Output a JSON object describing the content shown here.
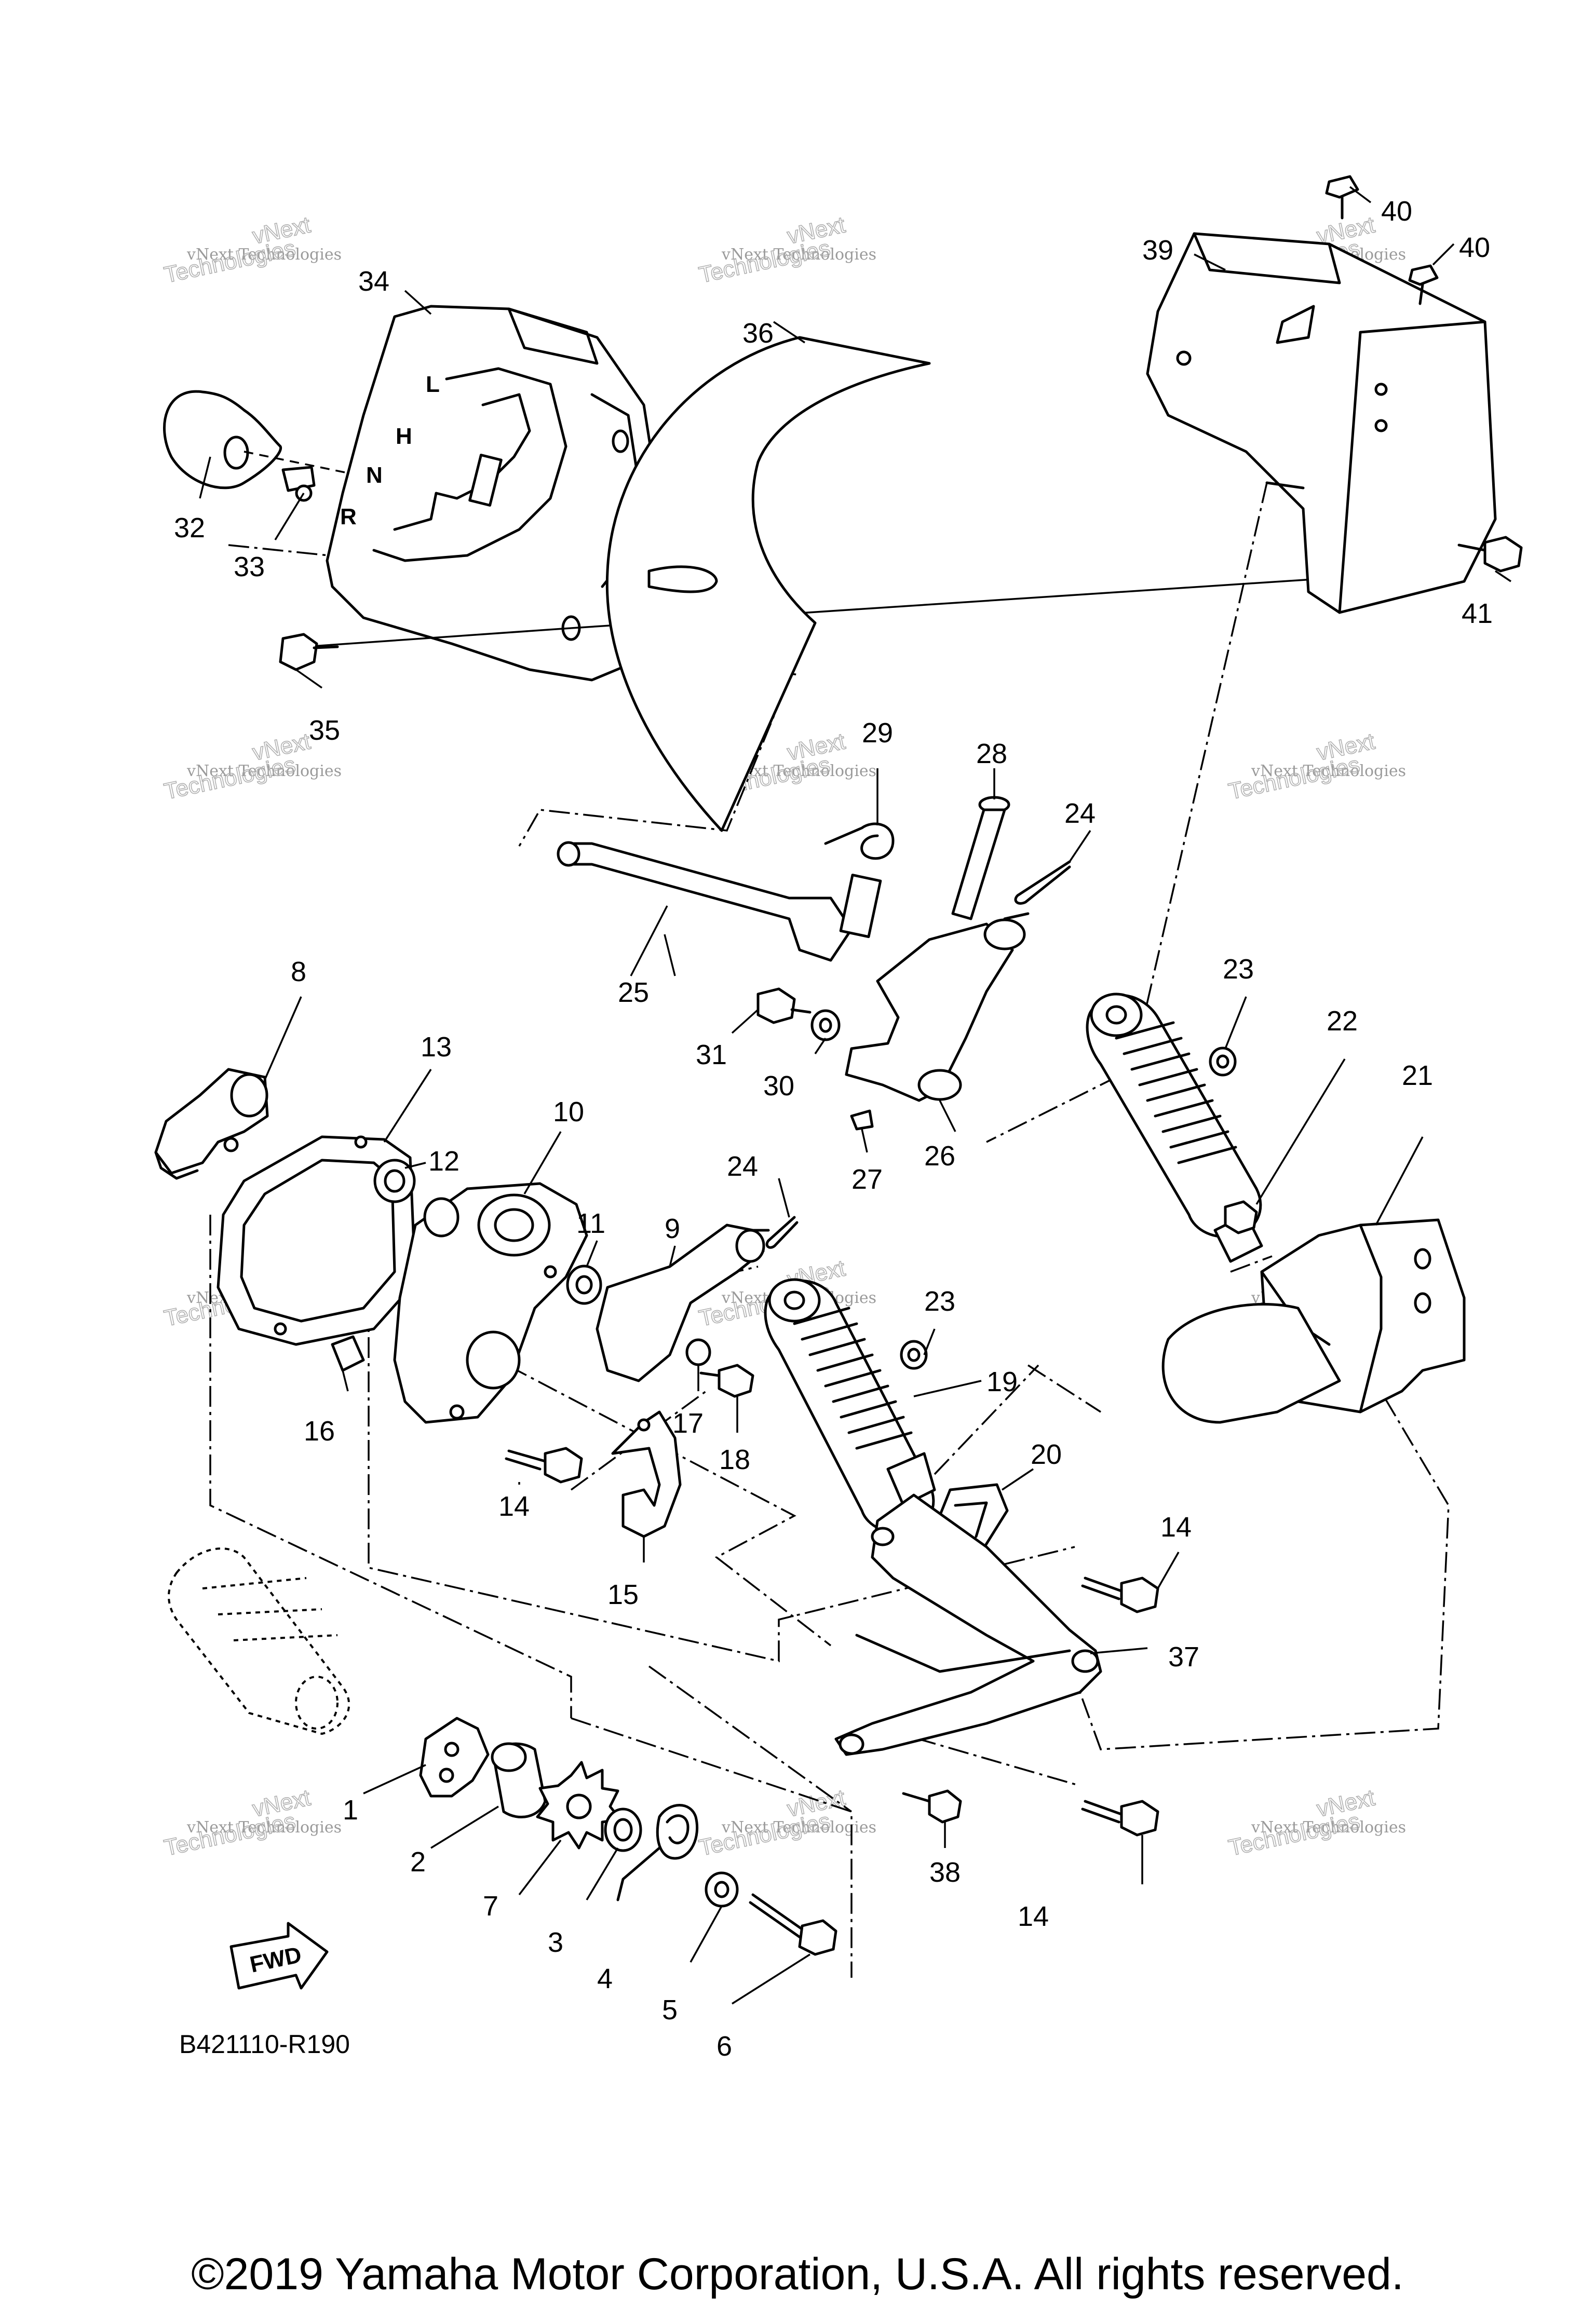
{
  "diagram": {
    "code": "B421110-R190",
    "copyright": "©2019 Yamaha Motor Corporation, U.S.A. All rights reserved.",
    "fwd_label": "FWD",
    "gear_labels": [
      "L",
      "H",
      "N",
      "R"
    ],
    "watermark": {
      "line1": "vNext Technologies",
      "line2": "Technologies",
      "brand": "vNext"
    },
    "callouts": [
      "1",
      "2",
      "3",
      "4",
      "5",
      "6",
      "7",
      "8",
      "9",
      "10",
      "11",
      "12",
      "13",
      "14",
      "14",
      "14",
      "14",
      "15",
      "16",
      "17",
      "18",
      "19",
      "20",
      "21",
      "22",
      "23",
      "23",
      "24",
      "24",
      "25",
      "26",
      "27",
      "28",
      "29",
      "30",
      "31",
      "32",
      "33",
      "34",
      "35",
      "36",
      "37",
      "38",
      "39",
      "40",
      "40",
      "41"
    ]
  }
}
